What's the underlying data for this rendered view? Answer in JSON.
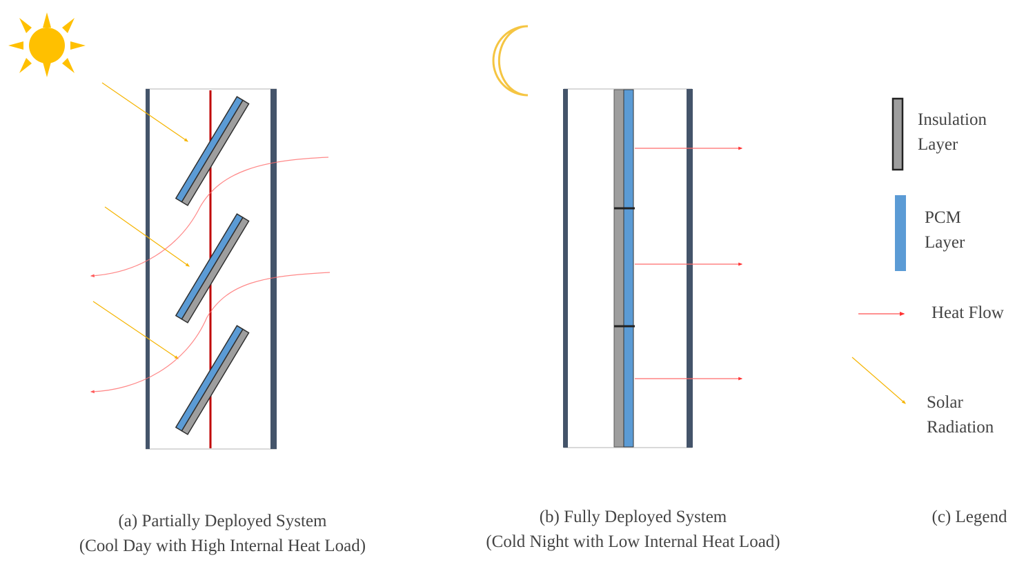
{
  "panels": {
    "a": {
      "caption_line1": "(a)  Partially Deployed  System",
      "caption_line2": "(Cool Day with High Internal Heat Load)",
      "icon": "sun-icon"
    },
    "b": {
      "caption_line1": "(b) Fully Deployed  System",
      "caption_line2": "(Cold Night with Low Internal Heat Load)",
      "icon": "moon-icon"
    },
    "c": {
      "caption": "(c) Legend"
    }
  },
  "legend": {
    "insulation": {
      "line1": "Insulation",
      "line2": "Layer",
      "color": "#9e9e9e"
    },
    "pcm": {
      "line1": "PCM",
      "line2": "Layer",
      "color": "#5b9bd5"
    },
    "heat_flow": {
      "label": "Heat Flow",
      "color": "#ff4d4d"
    },
    "solar": {
      "line1": "Solar",
      "line2": "Radiation",
      "color": "#f5b400"
    }
  },
  "colors": {
    "wall": "#44546a",
    "core_line": "#c00000",
    "sun": "#ffc000"
  }
}
